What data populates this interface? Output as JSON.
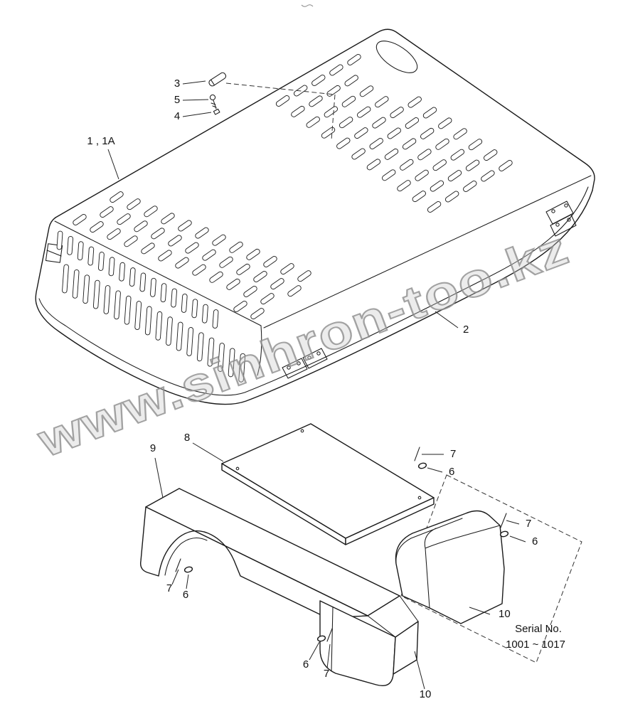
{
  "diagram": {
    "watermark": "www.sinhron-too.kz",
    "serial_note": {
      "line1": "Serial No.",
      "line2": "1001 ~ 1017"
    },
    "part_labels": {
      "p1": "1 , 1A",
      "p2": "2",
      "p3": "3",
      "p4": "4",
      "p5": "5",
      "p6": "6",
      "p7": "7",
      "p8": "8",
      "p9": "9",
      "p10": "10"
    }
  }
}
